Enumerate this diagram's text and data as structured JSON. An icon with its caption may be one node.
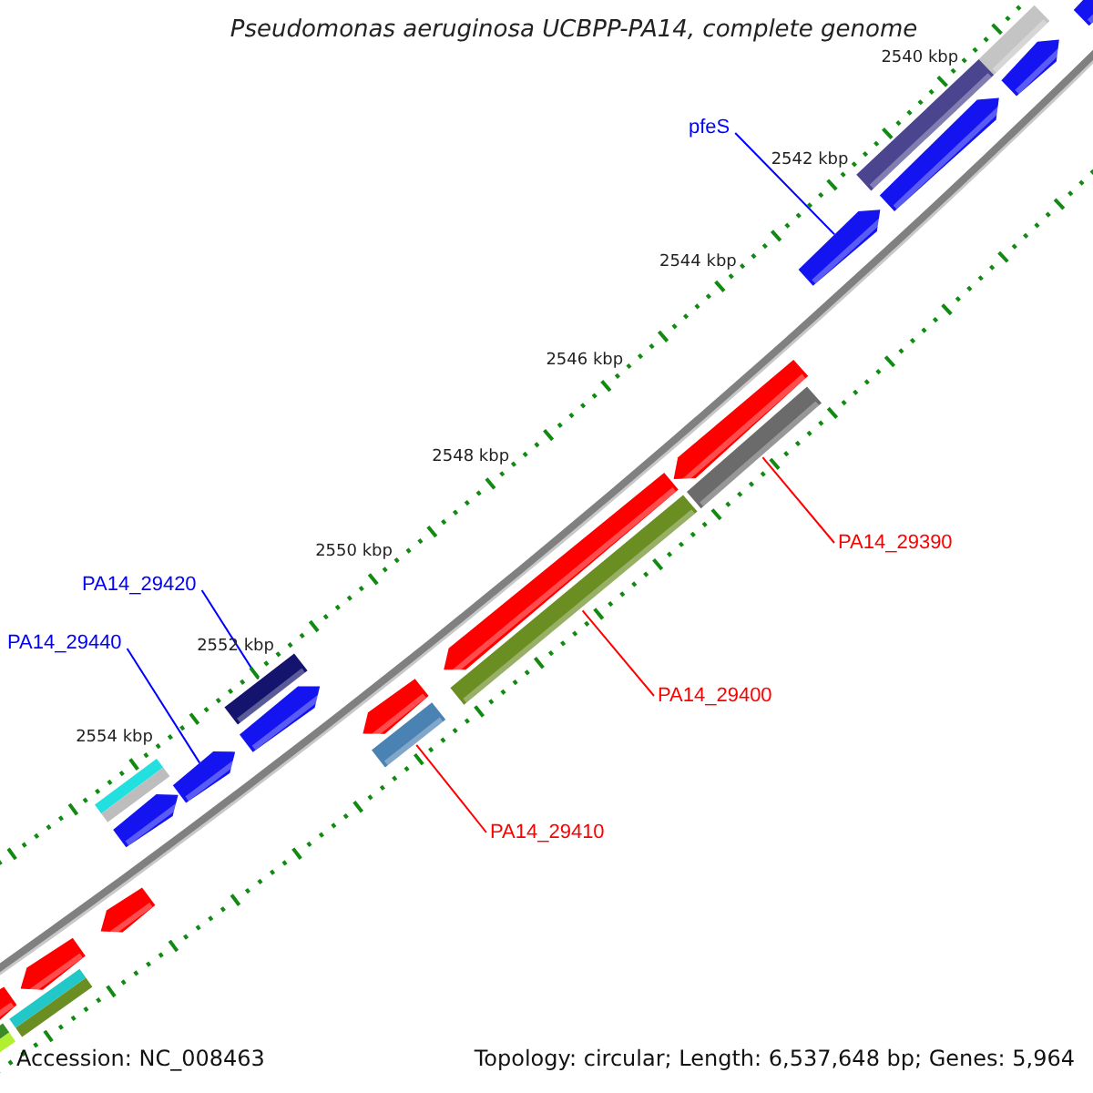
{
  "diagram": {
    "title": "Pseudomonas aeruginosa UCBPP-PA14, complete genome",
    "nodes": [
      {
        "text": [
          "pfeS"
        ]
      },
      {
        "text": [],
        "shape": "arrow"
      },
      {
        "text": [
          "PA14_29420"
        ]
      },
      {
        "text": [],
        "shape": "bar"
      },
      {
        "text": [
          "PA14_29440"
        ]
      },
      {
        "text": [],
        "shape": "arrow"
      },
      {
        "text": [
          "PA14_29390"
        ]
      },
      {
        "text": [],
        "shape": "bar"
      },
      {
        "text": [
          "PA14_29400"
        ]
      },
      {
        "text": [],
        "shape": "bar"
      },
      {
        "text": [
          "PA14_29410"
        ]
      },
      {
        "text": [],
        "shape": "bar"
      },
      {
        "text": [],
        "shape": "bar"
      },
      {
        "text": [],
        "shape": "bar"
      },
      {
        "text": [],
        "shape": "arrow"
      },
      {
        "text": [],
        "shape": "arrow"
      },
      {
        "text": [],
        "shape": "arrow"
      },
      {
        "text": [],
        "shape": "arrow"
      },
      {
        "text": [],
        "shape": "arrow"
      },
      {
        "text": [],
        "shape": "arrow"
      },
      {
        "text": [],
        "shape": "arrow"
      },
      {
        "text": [],
        "shape": "bar"
      },
      {
        "text": [],
        "shape": "arrow"
      },
      {
        "text": [],
        "shape": "arrow"
      },
      {
        "text": [],
        "shape": "arrow"
      },
      {
        "text": [],
        "shape": "arrow"
      },
      {
        "text": [],
        "shape": "bar"
      },
      {
        "text": [],
        "shape": "bar"
      }
    ],
    "edges": [
      {
        "from": 0,
        "to": 1,
        "arrow": "none",
        "color": "#0000ff"
      },
      {
        "from": 2,
        "to": 3,
        "arrow": "none",
        "color": "#0000ff"
      },
      {
        "from": 4,
        "to": 5,
        "arrow": "none",
        "color": "#0000ff"
      },
      {
        "from": 6,
        "to": 7,
        "arrow": "none",
        "color": "#ff0000"
      },
      {
        "from": 8,
        "to": 9,
        "arrow": "none",
        "color": "#ff0000"
      },
      {
        "from": 10,
        "to": 11,
        "arrow": "none",
        "color": "#ff0000"
      }
    ],
    "labels": [
      "2540 kbp",
      "2542 kbp",
      "2544 kbp",
      "2546 kbp",
      "2548 kbp",
      "2550 kbp",
      "2552 kbp",
      "2554 kbp",
      "Accession: NC_008463",
      "Topology: circular; Length: 6,537,648 bp; Genes: 5,964"
    ]
  }
}
